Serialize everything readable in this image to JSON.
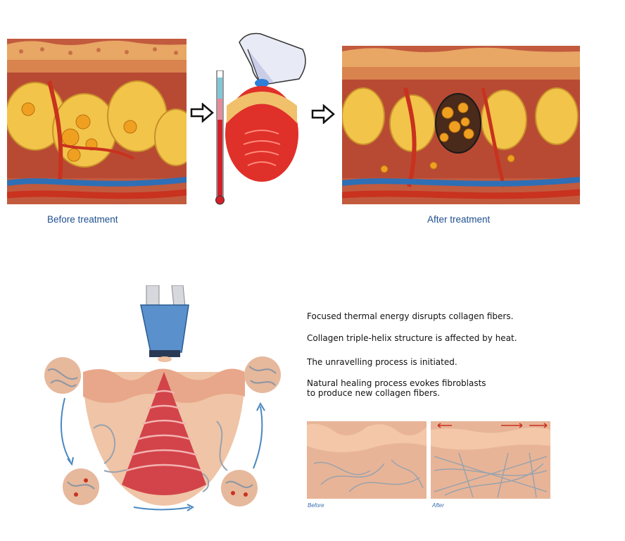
{
  "top": {
    "before_caption": "Before treatment",
    "after_caption": "After treatment"
  },
  "bottom": {
    "steps": [
      "Focused thermal energy disrupts collagen fibers.",
      "Collagen triple-helix structure is affected by heat.",
      "The unravelling process is initiated.",
      "Natural healing process evokes fibroblasts",
      "to produce new collagen fibers."
    ],
    "before_label": "Before",
    "after_label": "After"
  },
  "colors": {
    "caption_blue": "#1f4f8f",
    "fat_yellow": "#f2c44a",
    "vessel_red": "#c8321e",
    "vein_blue": "#2f6fb5",
    "skin_peach": "#f0c4a6",
    "heat_red": "#e0302a"
  }
}
